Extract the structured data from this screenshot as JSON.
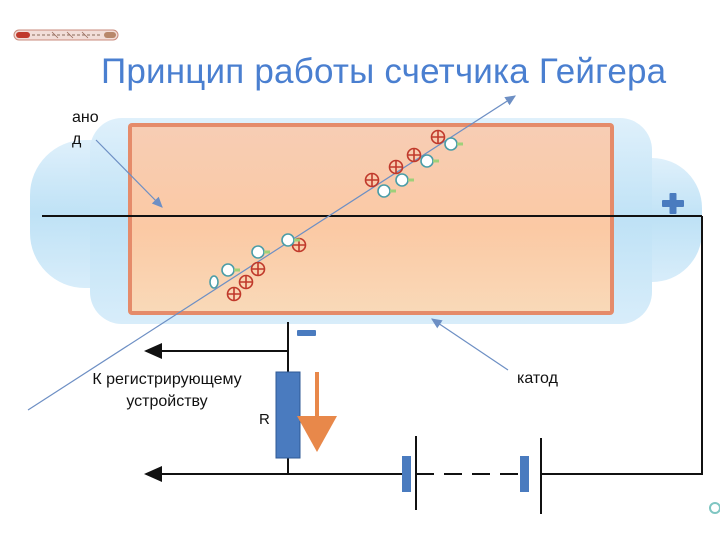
{
  "title": "Принцип работы счетчика Гейгера",
  "labels": {
    "anode": "анод",
    "cathode": "катод",
    "to_device": "К регистрирующему устройству",
    "resistor": "R"
  },
  "symbols": {
    "positive_terminal": "+",
    "negative_terminal": "−",
    "ion": "⊕"
  },
  "icons": {
    "thumbnail": "geiger-tube-photo-icon",
    "arrow": "current-direction-arrow-icon"
  },
  "colors": {
    "title": "#4a7fd0",
    "tube_outer": "#c9e6f8",
    "tube_inner": "#f9c9a4",
    "terminal": "#4a7bbf",
    "resistor": "#4a7bbf",
    "current_arrow": "#e8884a",
    "ion": "#c0392b",
    "electron": "#7fc6c2",
    "wire": "#111111"
  }
}
